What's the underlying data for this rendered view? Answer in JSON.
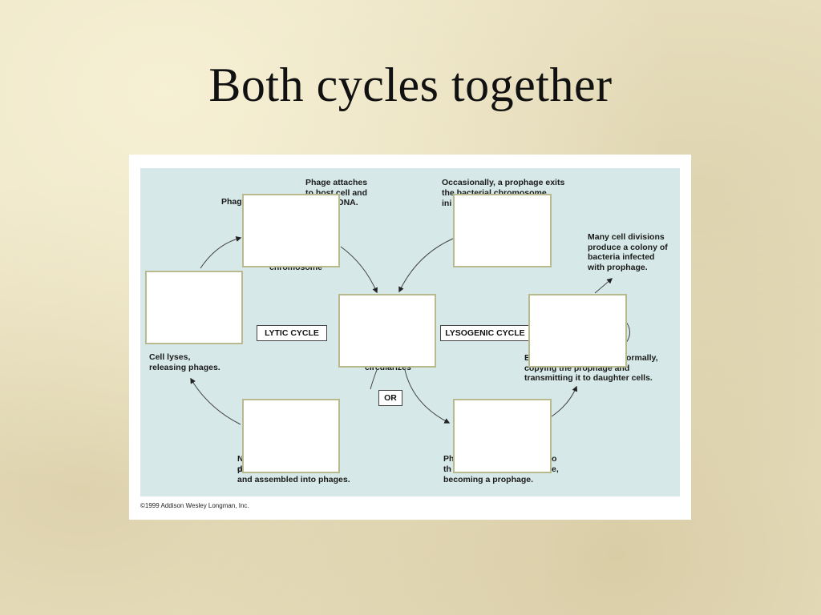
{
  "slide": {
    "title": "Both cycles together"
  },
  "diagram": {
    "labels": {
      "phage_attaches": "Phage attaches\nto host cell and",
      "dna_fragment": "DNA.",
      "phage_fragment": "Phag",
      "chromosome_fragment": "chromosome",
      "prophage_exits": "Occasionally, a prophage exits\nthe bacterial chromosome,",
      "ini_fragment": "ini",
      "many_cell_divisions": "Many cell divisions\nproduce a colony of\nbacteria infected\nwith prophage.",
      "cell_lyses": "Cell lyses,\nreleasing phages.",
      "circularizes_fragment": "circularizes",
      "copying_prophage_left": "B\ncopying the prophage and\ntransmitting it to daughter cells.",
      "normally_fragment": "ormally,",
      "assembled_left": "N\np",
      "assembled_end": "d\nand assembled into phages.",
      "prophage_left": "Ph\nth",
      "prophage_right": "o\ne,",
      "becoming_prophage": "becoming a prophage."
    },
    "cycle_labels": {
      "lytic": "LYTIC CYCLE",
      "lysogenic": "LYSOGENIC CYCLE",
      "or": "OR"
    },
    "copyright": "©1999 Addison Wesley Longman, Inc."
  }
}
